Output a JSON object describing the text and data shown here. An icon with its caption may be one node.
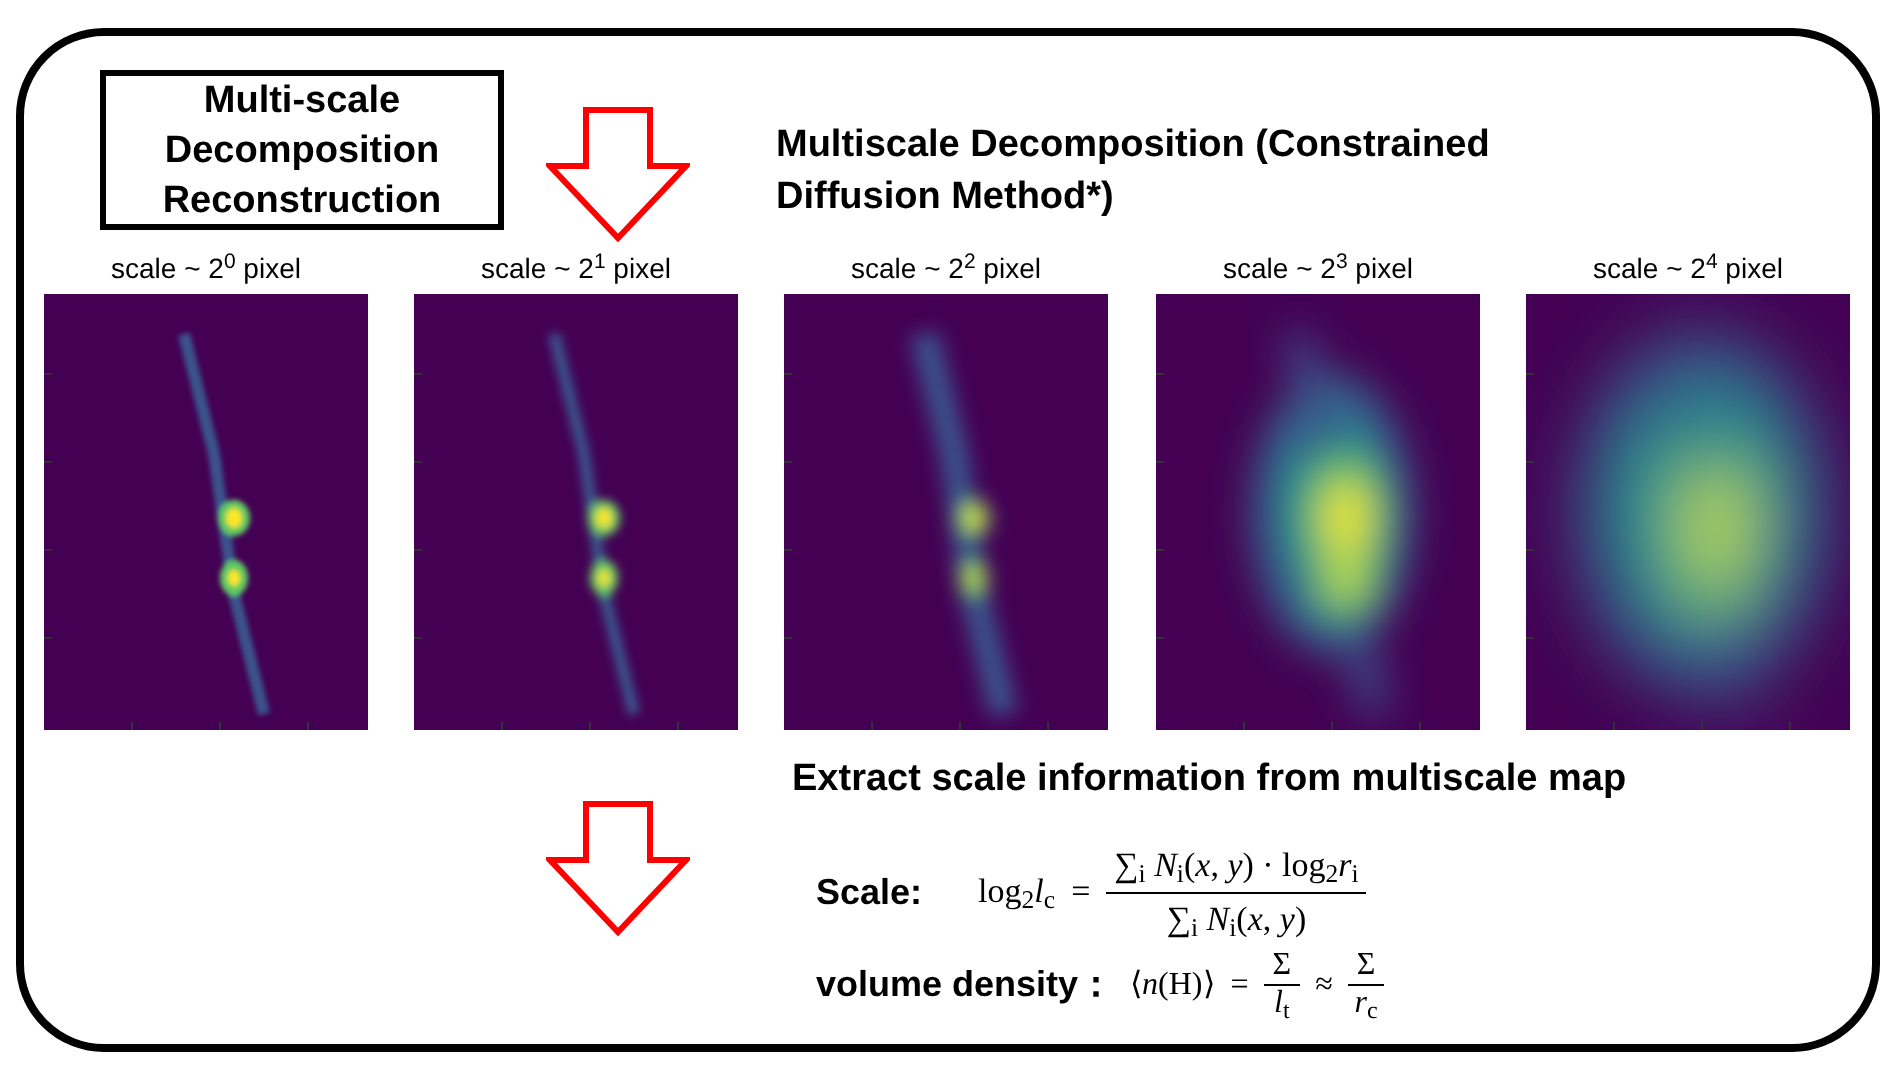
{
  "diagram": {
    "nodes": [
      {
        "text": [
          "Multi-scale Decomposition Reconstruction"
        ]
      }
    ],
    "labels": [
      "Multiscale Decomposition (Constrained Diffusion Method*)",
      "scale ~ 2$^{0}$ pixel",
      "scale ~ 2$^{1}$ pixel",
      "scale ~ 2$^{2}$ pixel",
      "scale ~ 2$^{3}$ pixel",
      "scale ~ 2$^{4}$ pixel",
      "Extract scale information from multiscale map",
      "Scale:",
      "log$_{2}$*l*$_{c}$",
      "=",
      "∑$_{i}$ *N*$_{i}$(*x*, *y*) · log$_{2}$*r*$_{i}$",
      "∑$_{i}$ *N*$_{i}$(*x*, *y*)",
      "volume density：",
      "⟨*n*(H)⟩",
      "=",
      "Σ",
      "*l*$_{t}$",
      "≈",
      "Σ",
      "*r*$_{c}$"
    ]
  }
}
